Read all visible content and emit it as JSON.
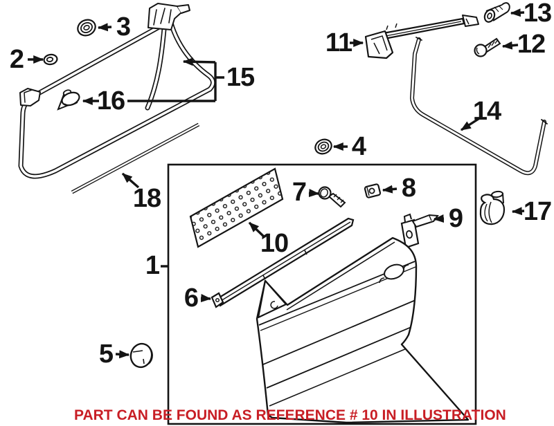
{
  "figure": {
    "type": "parts-diagram",
    "subject": "car door and window frame seal components (exploded line-art)",
    "background": "#ffffff",
    "line_color": "#141414",
    "caption": "PART CAN BE FOUND AS REFERENCE # 10 IN ILLUSTRATION",
    "caption_color": "#c81e25",
    "highlighted_reference": "10",
    "labels": {
      "n1": "1",
      "n2": "2",
      "n3": "3",
      "n4": "4",
      "n5": "5",
      "n6": "6",
      "n7": "7",
      "n8": "8",
      "n9": "9",
      "n10": "10",
      "n11": "11",
      "n12": "12",
      "n13": "13",
      "n14": "14",
      "n15": "15",
      "n16": "16",
      "n17": "17",
      "n18": "18"
    }
  }
}
